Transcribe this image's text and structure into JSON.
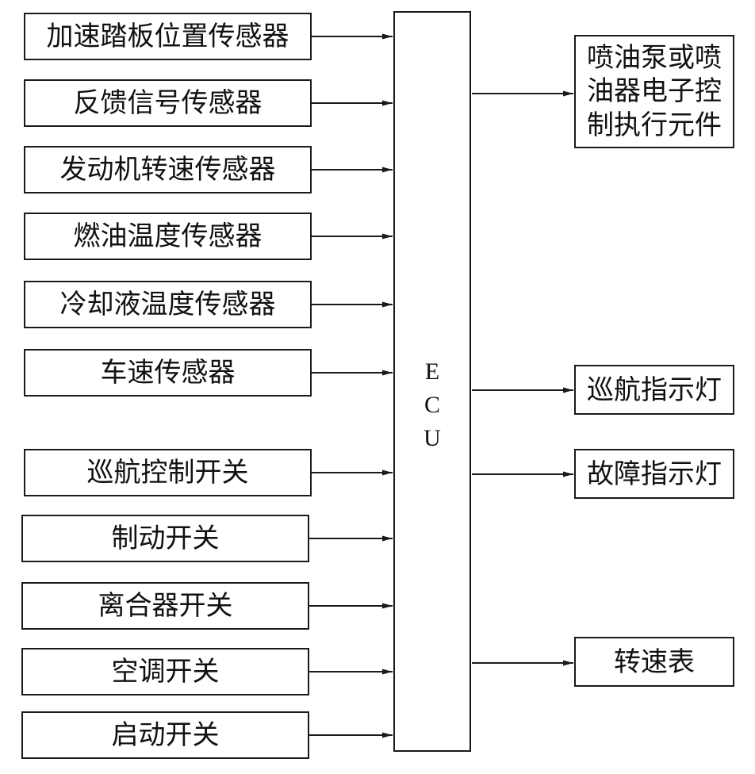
{
  "inputs": [
    "加速踏板位置传感器",
    "反馈信号传感器",
    "发动机转速传感器",
    "燃油温度传感器",
    "冷却液温度传感器",
    "车速传感器",
    "巡航控制开关",
    "制动开关",
    "离合器开关",
    "空调开关",
    "启动开关"
  ],
  "ecu": {
    "letters": [
      "E",
      "C",
      "U"
    ]
  },
  "outputs": {
    "actuator": [
      "喷油泵或喷",
      "油器电子控",
      "制执行元件"
    ],
    "cruise_lamp": "巡航指示灯",
    "fault_lamp": "故障指示灯",
    "tachometer": "转速表"
  }
}
